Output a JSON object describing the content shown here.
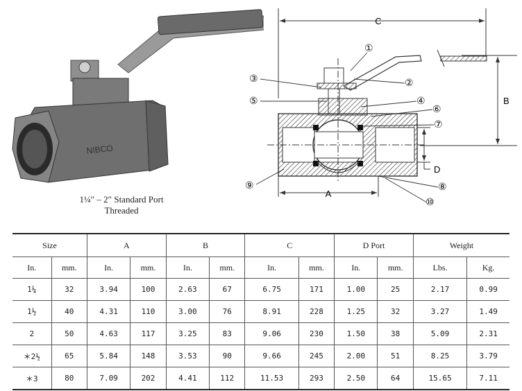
{
  "caption": {
    "line1": "1¼″ – 2″ Standard Port",
    "line2": "Threaded"
  },
  "diagram": {
    "dim_c": "C",
    "dim_b": "B",
    "dim_a": "A",
    "dim_d": "D",
    "callouts": [
      "①",
      "②",
      "③",
      "④",
      "⑤",
      "⑥",
      "⑦",
      "⑧",
      "⑨",
      "⑩"
    ]
  },
  "table": {
    "groups": [
      "Size",
      "A",
      "B",
      "C",
      "D Port",
      "Weight"
    ],
    "subheaders": [
      "In.",
      "mm.",
      "In.",
      "mm.",
      "In.",
      "mm.",
      "In.",
      "mm.",
      "In.",
      "mm.",
      "Lbs.",
      "Kg."
    ],
    "rows": [
      [
        "1¼",
        "32",
        "3.94",
        "100",
        "2.63",
        "67",
        "6.75",
        "171",
        "1.00",
        "25",
        "2.17",
        "0.99"
      ],
      [
        "1½",
        "40",
        "4.31",
        "110",
        "3.00",
        "76",
        "8.91",
        "228",
        "1.25",
        "32",
        "3.27",
        "1.49"
      ],
      [
        "2",
        "50",
        "4.63",
        "117",
        "3.25",
        "83",
        "9.06",
        "230",
        "1.50",
        "38",
        "5.09",
        "2.31"
      ],
      [
        "＊2½",
        "65",
        "5.84",
        "148",
        "3.53",
        "90",
        "9.66",
        "245",
        "2.00",
        "51",
        "8.25",
        "3.79"
      ],
      [
        "＊3",
        "80",
        "7.09",
        "202",
        "4.41",
        "112",
        "11.53",
        "293",
        "2.50",
        "64",
        "15.65",
        "7.11"
      ]
    ]
  }
}
